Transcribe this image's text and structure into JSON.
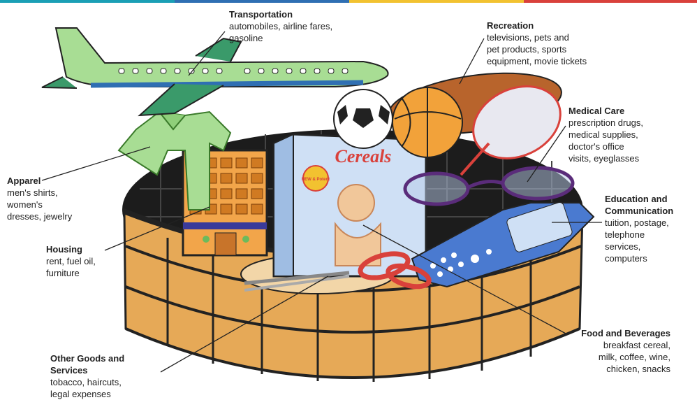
{
  "colors": {
    "bar_teal": "#1a9fb5",
    "bar_blue": "#2f6fb3",
    "bar_yellow": "#f2c230",
    "bar_red": "#d9413b",
    "basket": "#e6a957",
    "plane": "#a8dd94"
  },
  "categories": {
    "transportation": {
      "title": "Transportation",
      "lines": [
        "automobiles, airline fares,",
        "gasoline"
      ]
    },
    "recreation": {
      "title": "Recreation",
      "lines": [
        "televisions, pets and",
        "pet products, sports",
        "equipment, movie tickets"
      ]
    },
    "medical": {
      "title": "Medical Care",
      "lines": [
        "prescription drugs,",
        "medical supplies,",
        "doctor's office",
        "visits, eyeglasses"
      ]
    },
    "apparel": {
      "title": "Apparel",
      "lines": [
        "men's shirts,",
        "women's",
        "dresses,  jewelry"
      ]
    },
    "education": {
      "title": "Education and",
      "title2": "Communication",
      "lines": [
        "tuition, postage,",
        "telephone",
        "services,",
        "computers"
      ]
    },
    "housing": {
      "title": "Housing",
      "lines": [
        "rent, fuel oil,",
        "furniture"
      ]
    },
    "food": {
      "title": "Food and Beverages",
      "lines": [
        "breakfast cereal,",
        "milk, coffee, wine,",
        "chicken, snacks"
      ]
    },
    "other": {
      "title": "Other Goods and",
      "title2": "Services",
      "lines": [
        "tobacco, haircuts,",
        "legal expenses"
      ]
    }
  },
  "cereal_box": {
    "brand": "Cereals",
    "badge": "NEW & Potent"
  }
}
